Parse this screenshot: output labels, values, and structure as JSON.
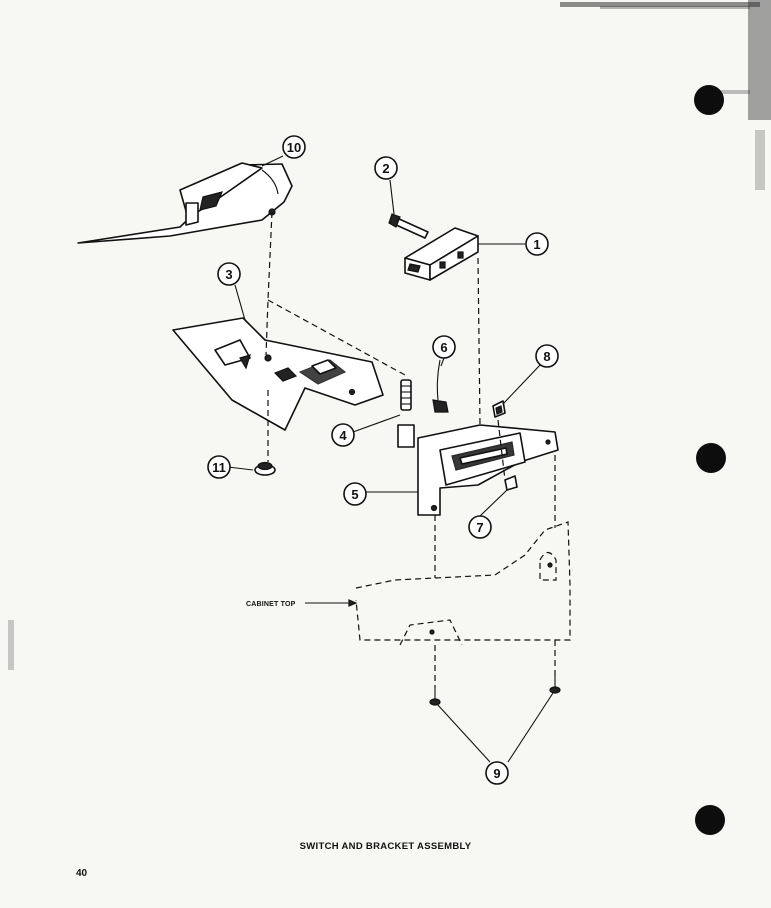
{
  "figure": {
    "caption": "SWITCH AND BRACKET ASSEMBLY",
    "page_number": "40",
    "cabinet_label": "CABINET TOP"
  },
  "callouts": [
    "1",
    "2",
    "3",
    "4",
    "5",
    "6",
    "7",
    "8",
    "9",
    "10",
    "11"
  ]
}
